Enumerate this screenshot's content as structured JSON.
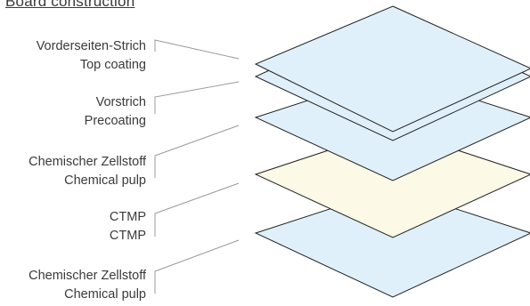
{
  "title": "Board construction",
  "colors": {
    "layer_blue": "#dff0fa",
    "layer_cream": "#fcf9e6",
    "stroke": "#222222",
    "leader": "#9a9a9a",
    "text": "#3a3a3a"
  },
  "layers": [
    {
      "label_de": "Vorderseiten-Strich",
      "label_en": "Top coating",
      "fill": "layer_blue"
    },
    {
      "label_de": "Vorstrich",
      "label_en": "Precoating",
      "fill": "layer_blue"
    },
    {
      "label_de": "Chemischer Zellstoff",
      "label_en": "Chemical pulp",
      "fill": "layer_blue"
    },
    {
      "label_de": "CTMP",
      "label_en": "CTMP",
      "fill": "layer_cream"
    },
    {
      "label_de": "Chemischer Zellstoff",
      "label_en": "Chemical pulp",
      "fill": "layer_blue"
    }
  ]
}
